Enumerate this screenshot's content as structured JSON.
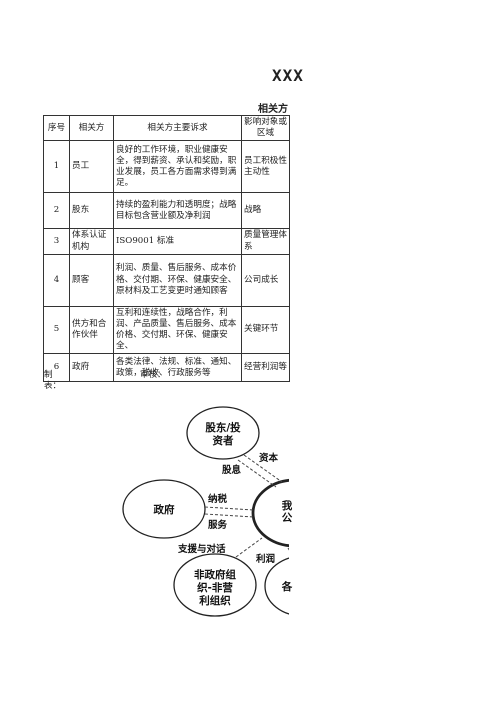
{
  "title": "XXX",
  "subtitle": "相关方",
  "table": {
    "headers": {
      "no": "序号",
      "party": "相关方",
      "requirements": "相关方主要诉求",
      "impact": "影响对象或区域"
    },
    "rows": [
      {
        "no": "1",
        "party": "员工",
        "requirements": "良好的工作环境，职业健康安全，得到薪资、承认和奖励，职业发展，员工各方面需求得到满足。",
        "impact": "员工积极性主动性"
      },
      {
        "no": "2",
        "party": "股东",
        "requirements": "持续的盈利能力和透明度；战略目标包含营业额及净利润",
        "impact": "战略"
      },
      {
        "no": "3",
        "party": "体系认证机构",
        "requirements": "ISO9001 标准",
        "impact": "质量管理体系"
      },
      {
        "no": "4",
        "party": "顾客",
        "requirements": "利润、质量、售后服务、成本价格、交付期、环保、健康安全、原材料及工艺变更时通知顾客",
        "impact": "公司成长"
      },
      {
        "no": "5",
        "party": "供方和合作伙伴",
        "requirements": "互利和连续性，战略合作，利润、产品质量、售后服务、成本价格、交付期、环保、健康安全、",
        "impact": "关键环节"
      },
      {
        "no": "6",
        "party": "政府",
        "requirements": "各类法律、法规、标准、通知、政策，税收、行政服务等",
        "impact": "经营利润等"
      }
    ]
  },
  "footer": {
    "maker": "制表：",
    "reviewer": "审核："
  },
  "diagram": {
    "nodes": {
      "shareholders": "股东/投资者",
      "government": "政府",
      "company_partial": "我公",
      "ngo": "非政府组织-非营利组织",
      "other_partial": "各"
    },
    "edges": {
      "capital": "资本",
      "dividend": "股息",
      "tax": "纳税",
      "service": "服务",
      "support": "支援与对话",
      "profit": "利润"
    }
  }
}
